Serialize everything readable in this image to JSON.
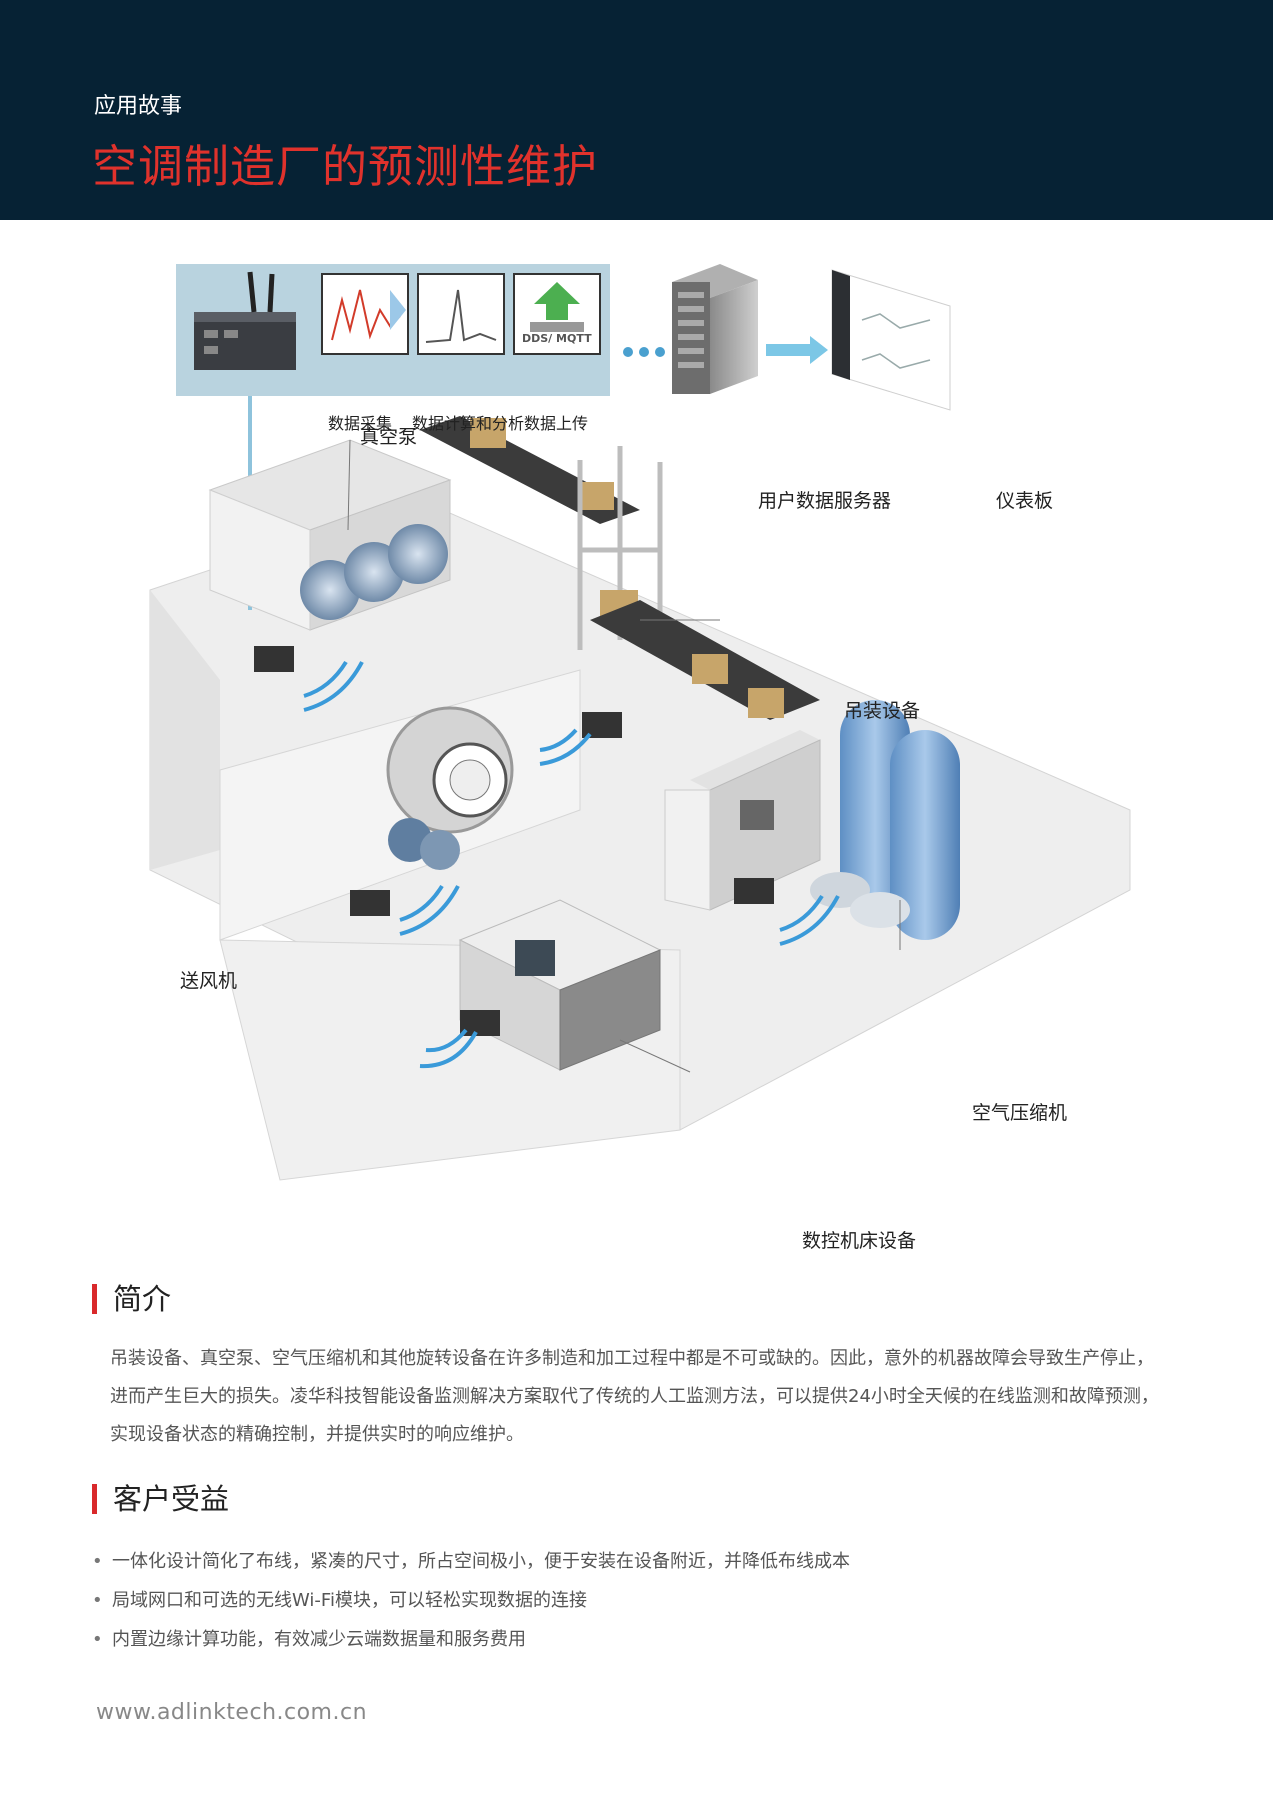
{
  "header": {
    "kicker": "应用故事",
    "title": "空调制造厂的预测性维护"
  },
  "diagram": {
    "panel_captions": [
      "数据采集",
      "数据计算和分析",
      "数据上传"
    ],
    "upload_badge": "DDS/ MQTT",
    "labels": {
      "vacuum_pump": "真空泵",
      "user_server": "用户数据服务器",
      "dashboard": "仪表板",
      "hoist": "吊装设备",
      "blower": "送风机",
      "air_compressor": "空气压缩机",
      "cnc": "数控机床设备"
    }
  },
  "intro": {
    "heading": "简介",
    "text": "吊装设备、真空泵、空气压缩机和其他旋转设备在许多制造和加工过程中都是不可或缺的。因此，意外的机器故障会导致生产停止，进而产生巨大的损失。凌华科技智能设备监测解决方案取代了传统的人工监测方法，可以提供24小时全天候的在线监测和故障预测，实现设备状态的精确控制，并提供实时的响应维护。"
  },
  "benefits": {
    "heading": "客户受益",
    "items": [
      "一体化设计简化了布线，紧凑的尺寸，所占空间极小，便于安装在设备附近，并降低布线成本",
      "局域网口和可选的无线Wi-Fi模块，可以轻松实现数据的连接",
      "内置边缘计算功能，有效减少云端数据量和服务费用"
    ]
  },
  "footer": {
    "url": "www.adlinktech.com.cn"
  },
  "colors": {
    "header_bg": "#062234",
    "title_red": "#e0322c",
    "accent_red": "#d9292b",
    "wifi_blue": "#3a9ad9"
  }
}
